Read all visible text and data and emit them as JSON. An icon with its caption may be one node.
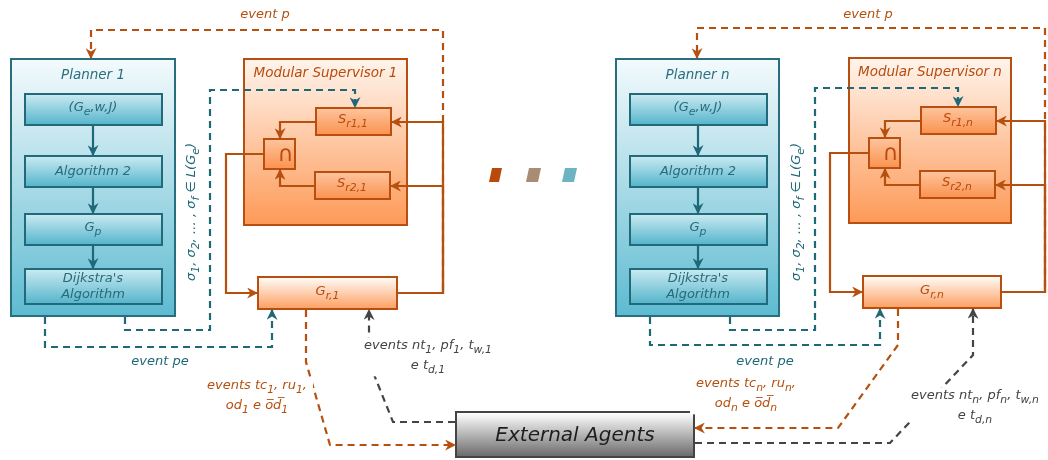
{
  "diagram": {
    "nodes": [
      {
        "text": [
          "Planner 1"
        ]
      },
      {
        "text": [
          "(G$_{e}$,w,J)"
        ],
        "in": 0
      },
      {
        "text": [
          "Algorithm 2"
        ],
        "in": 0
      },
      {
        "text": [
          "G$_{p}$"
        ],
        "in": 0
      },
      {
        "text": [
          "Dijkstra's Algorithm"
        ],
        "in": 0
      },
      {
        "text": [
          "Modular Supervisor 1"
        ]
      },
      {
        "text": [
          "S$_{r1,1}$"
        ],
        "in": 5
      },
      {
        "text": [
          "∩"
        ],
        "in": 5
      },
      {
        "text": [
          "S$_{r2,1}$"
        ],
        "in": 5
      },
      {
        "text": [
          "G$_{r,1}$"
        ]
      },
      {
        "text": [
          "Planner n"
        ]
      },
      {
        "text": [
          "(G$_{e}$,w,J)"
        ],
        "in": 10
      },
      {
        "text": [
          "Algorithm 2"
        ],
        "in": 10
      },
      {
        "text": [
          "G$_{p}$"
        ],
        "in": 10
      },
      {
        "text": [
          "Dijkstra's Algorithm"
        ],
        "in": 10
      },
      {
        "text": [
          "Modular Supervisor n"
        ]
      },
      {
        "text": [
          "S$_{r1,n}$"
        ],
        "in": 15
      },
      {
        "text": [
          "∩"
        ],
        "in": 15
      },
      {
        "text": [
          "S$_{r2,n}$"
        ],
        "in": 15
      },
      {
        "text": [
          "G$_{r,n}$"
        ]
      },
      {
        "text": [
          "External Agents"
        ]
      }
    ],
    "edges": [
      {
        "from": 1,
        "to": 2,
        "arrow": "to",
        "color": "#1f6878"
      },
      {
        "from": 2,
        "to": 3,
        "arrow": "to",
        "color": "#1f6878"
      },
      {
        "from": 3,
        "to": 4,
        "arrow": "to",
        "color": "#1f6878"
      },
      {
        "from": 9,
        "to": 6,
        "arrow": "to"
      },
      {
        "from": 9,
        "to": 8,
        "arrow": "to"
      },
      {
        "from": 6,
        "to": 7,
        "arrow": "to"
      },
      {
        "from": 8,
        "to": 7,
        "arrow": "to"
      },
      {
        "from": 7,
        "to": 9,
        "arrow": "to"
      },
      {
        "from": 9,
        "to": 0,
        "arrow": "to",
        "style": "dashed",
        "label": "event p"
      },
      {
        "from": 0,
        "to": 6,
        "arrow": "to",
        "style": "dashed",
        "color": "#1f6878",
        "label": "σ$_{1}$, σ$_{2}$, … , σ$_{f}$ ∈ L(G$_{e}$)"
      },
      {
        "from": 0,
        "to": 9,
        "arrow": "to",
        "style": "dashed",
        "color": "#1f6878",
        "label": "event pe"
      },
      {
        "from": 9,
        "to": 20,
        "arrow": "to",
        "style": "dashed",
        "label": "events tc$_{1}$, ru$_{1}$, od$_{1}$ e o̅d̅$_{1}$"
      },
      {
        "from": 20,
        "to": 9,
        "arrow": "to",
        "style": "dashed",
        "color": "#444444",
        "label": "events nt$_{1}$, pf$_{1}$, t$_{w,1}$ e t$_{d,1}$"
      },
      {
        "from": 11,
        "to": 12,
        "arrow": "to",
        "color": "#1f6878"
      },
      {
        "from": 12,
        "to": 13,
        "arrow": "to",
        "color": "#1f6878"
      },
      {
        "from": 13,
        "to": 14,
        "arrow": "to",
        "color": "#1f6878"
      },
      {
        "from": 19,
        "to": 16,
        "arrow": "to"
      },
      {
        "from": 19,
        "to": 18,
        "arrow": "to"
      },
      {
        "from": 16,
        "to": 17,
        "arrow": "to"
      },
      {
        "from": 18,
        "to": 17,
        "arrow": "to"
      },
      {
        "from": 17,
        "to": 19,
        "arrow": "to"
      },
      {
        "from": 19,
        "to": 10,
        "arrow": "to",
        "style": "dashed",
        "label": "event p"
      },
      {
        "from": 10,
        "to": 16,
        "arrow": "to",
        "style": "dashed",
        "color": "#1f6878",
        "label": "σ$_{1}$, σ$_{2}$, … , σ$_{f}$ ∈ L(G$_{e}$)"
      },
      {
        "from": 10,
        "to": 19,
        "arrow": "to",
        "style": "dashed",
        "color": "#1f6878",
        "label": "event pe"
      },
      {
        "from": 19,
        "to": 20,
        "arrow": "to",
        "style": "dashed",
        "label": "events tc$_{n}$, ru$_{n}$, od$_{n}$ e o̅d̅$_{n}$"
      },
      {
        "from": 20,
        "to": 19,
        "arrow": "to",
        "style": "dashed",
        "color": "#444444",
        "label": "events nt$_{n}$, pf$_{n}$, t$_{w,n}$ e t$_{d,n}$"
      }
    ]
  }
}
